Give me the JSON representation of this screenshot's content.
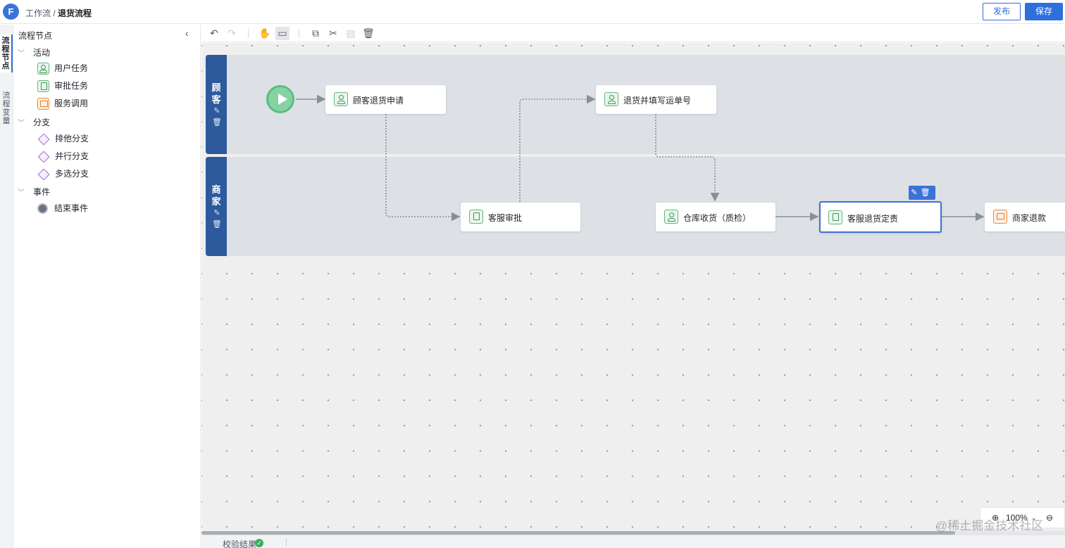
{
  "header": {
    "logo": "F",
    "breadcrumb_parent": "工作流",
    "breadcrumb_sep": " / ",
    "breadcrumb_current": "退货流程",
    "publish_label": "发布",
    "save_label": "保存"
  },
  "vtabs": [
    {
      "label": "流程节点",
      "active": true
    },
    {
      "label": "流程变量",
      "active": false
    }
  ],
  "sidebar": {
    "title": "流程节点",
    "groups": [
      {
        "label": "活动",
        "items": [
          {
            "label": "用户任务",
            "icon": "user-task-icon"
          },
          {
            "label": "审批任务",
            "icon": "approval-task-icon"
          },
          {
            "label": "服务调用",
            "icon": "service-call-icon"
          }
        ]
      },
      {
        "label": "分支",
        "items": [
          {
            "label": "排他分支",
            "icon": "exclusive-gateway-icon"
          },
          {
            "label": "并行分支",
            "icon": "parallel-gateway-icon"
          },
          {
            "label": "多选分支",
            "icon": "inclusive-gateway-icon"
          }
        ]
      },
      {
        "label": "事件",
        "items": [
          {
            "label": "结束事件",
            "icon": "end-event-icon"
          }
        ]
      }
    ]
  },
  "toolbar": {
    "buttons": [
      "undo-icon",
      "redo-icon",
      "hand-tool-icon",
      "select-tool-icon",
      "copy-icon",
      "cut-icon",
      "paste-icon",
      "delete-icon"
    ]
  },
  "lanes": [
    {
      "title": "顾客"
    },
    {
      "title": "商家"
    }
  ],
  "nodes": {
    "customer_apply": "顾客退货申请",
    "return_fill": "退货并填写运单号",
    "cs_review": "客服审批",
    "warehouse": "仓库收货（质检）",
    "cs_liability": "客服退货定责",
    "merchant_refund": "商家退款"
  },
  "zoom": {
    "level": "100%"
  },
  "status": {
    "validation_label": "校验结果"
  },
  "watermark": "@稀土掘金技术社区",
  "colors": {
    "primary": "#2f6fdc",
    "lane_header": "#2c5a9d",
    "start_event": "#5bbd80"
  }
}
